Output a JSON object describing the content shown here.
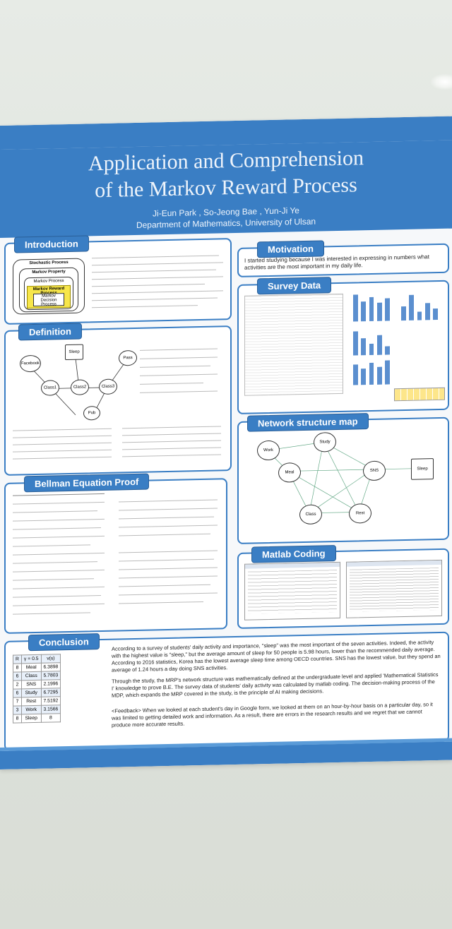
{
  "title_line1": "Application and Comprehension",
  "title_line2": "of  the Markov Reward Process",
  "authors": "Ji-Eun Park , So-Jeong Bae , Yun-Ji Ye",
  "department": "Department of Mathematics, University of Ulsan",
  "sections": {
    "introduction": "Introduction",
    "definition": "Definition",
    "bellman": "Bellman Equation Proof",
    "motivation": "Motivation",
    "survey": "Survey Data",
    "network": "Network structure map",
    "matlab": "Matlab Coding",
    "conclusion": "Conclusion"
  },
  "intro_diagram": [
    "Stochastic Process",
    "Markov Property",
    "Markov Process",
    "Markov Reward Process",
    "Markov Decision Process"
  ],
  "motivation_text": "I started studying because I was interested in expressing in numbers what activities are the most important in my daily life.",
  "definition_nodes": [
    "Facebook",
    "Class1",
    "Class2",
    "Class3",
    "Pass",
    "Pub",
    "Sleep"
  ],
  "network_nodes": [
    "Work",
    "Study",
    "Meal",
    "SNS",
    "Sleep",
    "Class",
    "Rest"
  ],
  "conclusion_table": {
    "headers": [
      "R",
      "γ = 0.5",
      "v(s)"
    ],
    "rows": [
      [
        "8",
        "Meal",
        "6.3898"
      ],
      [
        "6",
        "Class",
        "5.7803"
      ],
      [
        "2",
        "SNS",
        "2.1996"
      ],
      [
        "6",
        "Study",
        "6.7295"
      ],
      [
        "7",
        "Rest",
        "7.5192"
      ],
      [
        "3",
        "Work",
        "3.1566"
      ],
      [
        "8",
        "Sleep",
        "8"
      ]
    ]
  },
  "conclusion_p1": "According to a survey of students' daily activity and importance, \"sleep\" was the most important of the seven activities. Indeed, the activity with the highest value is \"sleep,\" but the average amount of sleep for 50 people is 5.98 hours, lower than the recommended daily average. According to 2016 statistics, Korea has the lowest average sleep time among OECD countries. SNS has the lowest value, but they spend an average of 1.24 hours a day doing SNS activities.",
  "conclusion_p2": "Through the study, the MRP's network structure was mathematically defined at the undergraduate level and applied 'Mathematical Statistics I' knowledge to prove B.E.  The survey data of students' daily activity was calculated by matlab coding. The decision-making process of the MDP, which expands the MRP covered in the study, is the principle of AI making decisions.",
  "conclusion_p3": "<Feedback> When we looked at each student's day in Google form, we looked at them on an hour-by-hour basis on a particular day, so it was limited to getting detailed work and information. As a result, there are errors in the research results and we regret that we cannot produce more accurate results.",
  "survey_bars_a": [
    0.95,
    0.7,
    0.85,
    0.65,
    0.8
  ],
  "survey_bars_b": [
    0.5,
    0.9,
    0.3,
    0.6,
    0.4
  ],
  "survey_bars_c": [
    0.85,
    0.6,
    0.4,
    0.7,
    0.3
  ]
}
